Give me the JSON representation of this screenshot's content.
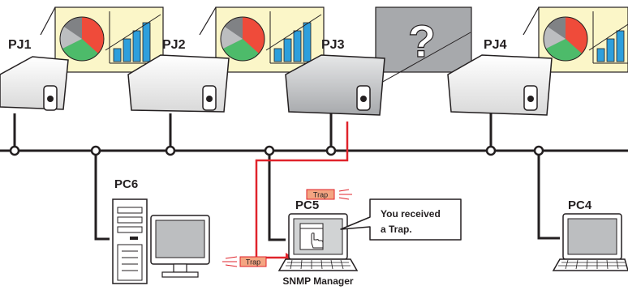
{
  "projectors": [
    {
      "id": "PJ1",
      "label": "PJ1",
      "state": "chart-screen"
    },
    {
      "id": "PJ2",
      "label": "PJ2",
      "state": "chart-screen"
    },
    {
      "id": "PJ3",
      "label": "PJ3",
      "state": "error-screen"
    },
    {
      "id": "PJ4",
      "label": "PJ4",
      "state": "chart-screen"
    }
  ],
  "pcs": [
    {
      "id": "PC6",
      "label": "PC6"
    },
    {
      "id": "PC5",
      "label": "PC5"
    },
    {
      "id": "PC4",
      "label": "PC4"
    }
  ],
  "unknown_symbol": "?",
  "trap_label": "Trap",
  "callout": {
    "line1": "You received",
    "line2": "a Trap."
  },
  "manager_label": "SNMP Manager",
  "colors": {
    "screen": "#fbf6c8",
    "error_screen": "#a7a9ac",
    "network": "#231f20",
    "trap_path": "#e0232b",
    "trap_tag": "#f4a582",
    "pie_red": "#ef4b3a",
    "pie_green": "#4dbb6a",
    "pie_gray": "#808285",
    "bar_blue": "#2e9fdc"
  }
}
